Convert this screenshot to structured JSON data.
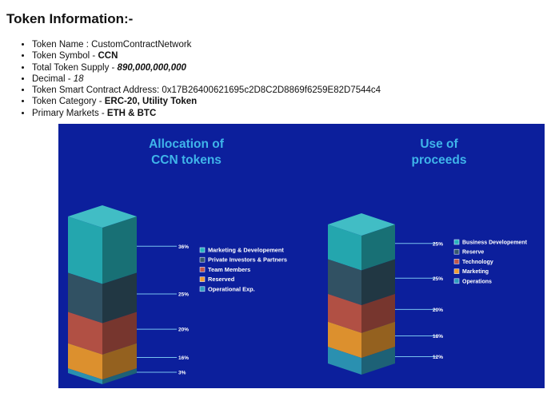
{
  "heading": "Token Information:-",
  "token_info": [
    {
      "label": "Token Name : ",
      "value": "CustomContractNetwork",
      "style": "plain"
    },
    {
      "label": "Token Symbol - ",
      "value": "CCN",
      "style": "bold"
    },
    {
      "label": "Total Token Supply - ",
      "value": "890,000,000,000",
      "style": "bold-italic"
    },
    {
      "label": "Decimal - ",
      "value": "18",
      "style": "italic"
    },
    {
      "label": "Token Smart Contract Address: ",
      "value": "0x17B26400621695c2D8C2D8869f6259E82D7544c4",
      "style": "plain"
    },
    {
      "label": "Token Category - ",
      "value": "ERC-20, Utility Token",
      "style": "bold"
    },
    {
      "label": "Primary Markets - ",
      "value": "ETH & BTC",
      "style": "bold"
    }
  ],
  "colors": {
    "background": "#0c1f9c",
    "title": "#3fb5ea",
    "leader": "#79c2ee",
    "label": "#ffffff"
  },
  "chart_data": [
    {
      "type": "stacked-cube",
      "title_lines": [
        "Allocation of",
        "CCN tokens"
      ],
      "legend_position": "right",
      "segments": [
        {
          "label": "Marketing & Developement",
          "percent_label": "36%",
          "value": 36,
          "color": "#27b4bd"
        },
        {
          "label": "Private Investors & Partners",
          "percent_label": "25%",
          "value": 25,
          "color": "#35586c"
        },
        {
          "label": "Team Members",
          "percent_label": "20%",
          "value": 20,
          "color": "#c0574a"
        },
        {
          "label": "Reserved",
          "percent_label": "16%",
          "value": 16,
          "color": "#ef9c32"
        },
        {
          "label": "Operational Exp.",
          "percent_label": "3%",
          "value": 3,
          "color": "#2e9cbf"
        }
      ]
    },
    {
      "type": "stacked-cube",
      "title_lines": [
        "Use of",
        "proceeds"
      ],
      "legend_position": "right",
      "segments": [
        {
          "label": "Business Developement",
          "percent_label": "25%",
          "value": 25,
          "color": "#27b4bd"
        },
        {
          "label": "Reserve",
          "percent_label": "25%",
          "value": 25,
          "color": "#35586c"
        },
        {
          "label": "Technology",
          "percent_label": "20%",
          "value": 20,
          "color": "#c0574a"
        },
        {
          "label": "Marketing",
          "percent_label": "18%",
          "value": 18,
          "color": "#ef9c32"
        },
        {
          "label": "Operations",
          "percent_label": "12%",
          "value": 12,
          "color": "#2e9cbf"
        }
      ]
    }
  ]
}
